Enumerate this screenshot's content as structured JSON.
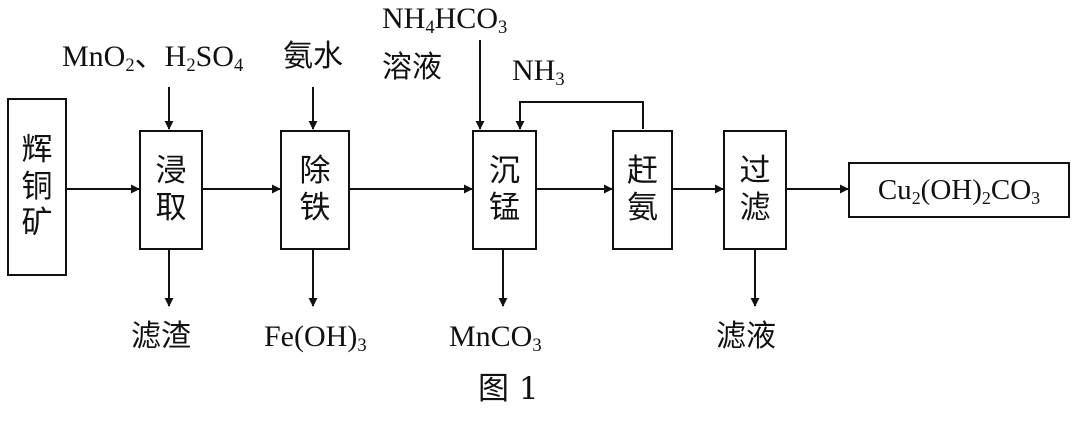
{
  "nodes": {
    "ore": "辉铜矿",
    "leach": "浸取",
    "iron_removal": "除铁",
    "mn_precip": "沉锰",
    "nh3_strip": "赶氨",
    "filtration": "过滤",
    "product": {
      "p1": "Cu",
      "s1": "2",
      "p2": "(OH)",
      "s2": "2",
      "p3": "CO",
      "s3": "3"
    }
  },
  "inputs": {
    "leach_reagents": {
      "p1": "MnO",
      "s1": "2",
      "p2": "、H",
      "s2": "2",
      "p3": "SO",
      "s3": "4"
    },
    "ammonia_water": "氨水",
    "bicarbonate": {
      "p1": "NH",
      "s1": "4",
      "p2": "HCO",
      "s2": "3"
    },
    "bicarbonate_line2": "溶液",
    "recycled_nh3": {
      "p1": "NH",
      "s1": "3"
    }
  },
  "outputs": {
    "leach_residue": "滤渣",
    "iron_hydroxide": {
      "p1": "Fe(OH)",
      "s1": "3"
    },
    "mn_carbonate": {
      "p1": "MnCO",
      "s1": "3"
    },
    "filtrate": "滤液"
  },
  "caption": "图 1",
  "colors": {
    "line": "#111111",
    "background": "#ffffff"
  }
}
